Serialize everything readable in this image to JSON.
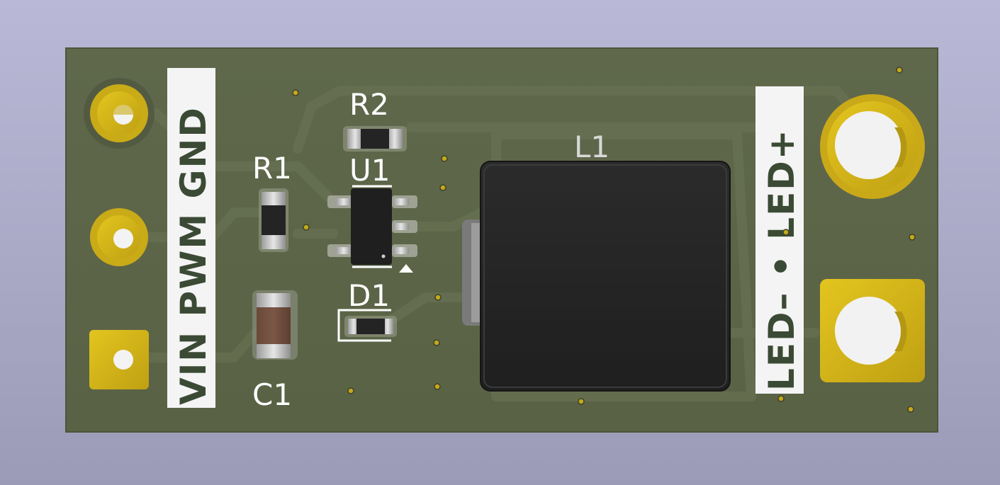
{
  "board": {
    "colors": {
      "background": "#adacc8",
      "soldermask": "#5d6649",
      "copper_pad": "#d6b81c",
      "silkscreen": "#ffffff",
      "ic_body": "#222222"
    }
  },
  "components": {
    "r2": "R2",
    "r1": "R1",
    "u1": "U1",
    "d1": "D1",
    "c1": "C1",
    "l1": "L1"
  },
  "connectors": {
    "left_label": "VIN PWM GND",
    "right_label": "LED–  •  LED+"
  }
}
